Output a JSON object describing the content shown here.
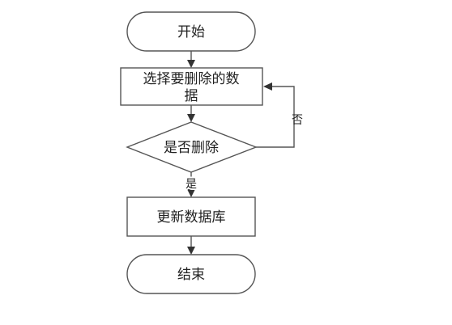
{
  "diagram": {
    "type": "flowchart",
    "nodes": {
      "start": {
        "label": "开始",
        "shape": "rounded-rect"
      },
      "select": {
        "label_line1": "选择要删除的数",
        "label_line2": "据",
        "shape": "rect"
      },
      "decision": {
        "label": "是否删除",
        "shape": "diamond"
      },
      "update": {
        "label": "更新数据库",
        "shape": "rect"
      },
      "end": {
        "label": "结束",
        "shape": "rounded-rect"
      }
    },
    "edges": {
      "no_label": "否",
      "yes_label": "是"
    }
  }
}
